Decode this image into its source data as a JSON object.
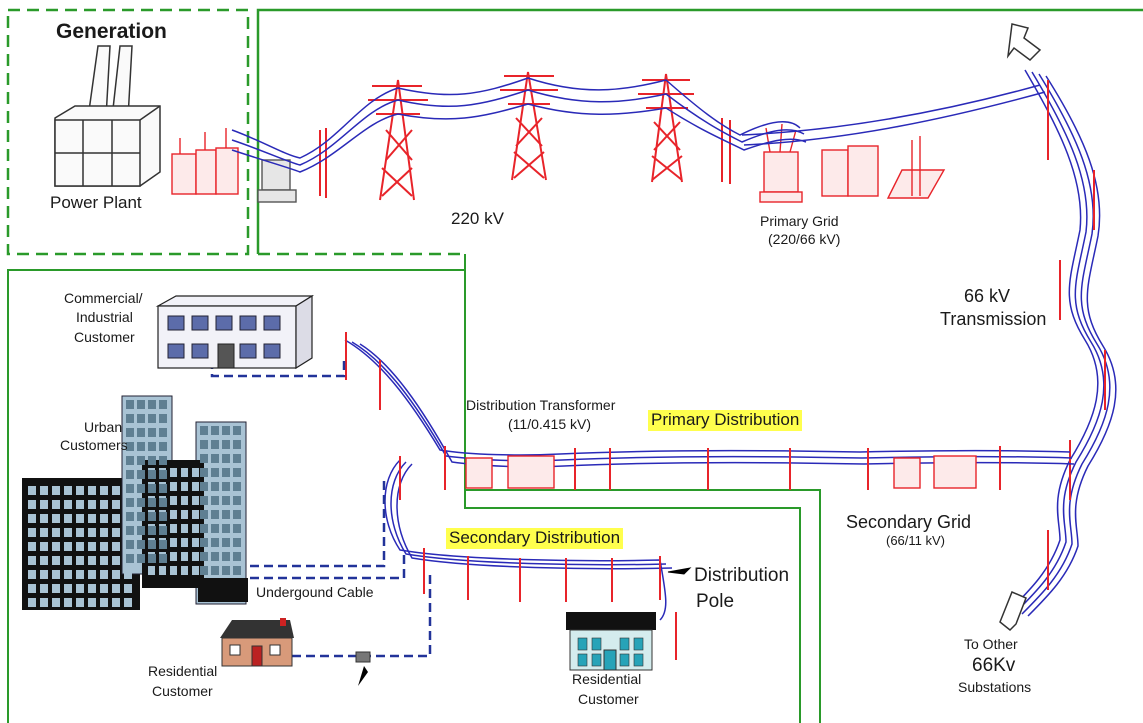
{
  "labels": {
    "generation": "Generation",
    "power_plant": "Power Plant",
    "voltage_220": "220 kV",
    "primary_grid": "Primary Grid",
    "primary_grid_ratio": "(220/66 kV)",
    "transmission_66_kv": "66 kV",
    "transmission_66_word": "Transmission",
    "commercial_line1": "Commercial/",
    "commercial_line2": "Industrial",
    "commercial_line3": "Customer",
    "urban_line1": "Urban",
    "urban_line2": "Customers",
    "dist_transformer": "Distribution  Transformer",
    "dist_transformer_ratio": "(11/0.415 kV)",
    "primary_distribution": "Primary Distribution",
    "secondary_grid": "Secondary  Grid",
    "secondary_grid_ratio": "(66/11 kV)",
    "secondary_distribution": "Secondary Distribution",
    "distribution_pole_1": "Distribution",
    "distribution_pole_2": "Pole",
    "underground_cable": "Undergound Cable",
    "residential_1_line1": "Residential",
    "residential_1_line2": "Customer",
    "residential_2_line1": "Residential",
    "residential_2_line2": "Customer",
    "to_other_1": "To Other",
    "to_other_2": "66Kv",
    "to_other_3": "Substations"
  },
  "colors": {
    "wire": "#2a2ab8",
    "tower": "#e8242a",
    "frame": "#2a9a2a",
    "highlight": "#ffff4d",
    "building_glass": "#9ab8cc",
    "building_dark": "#111111"
  }
}
